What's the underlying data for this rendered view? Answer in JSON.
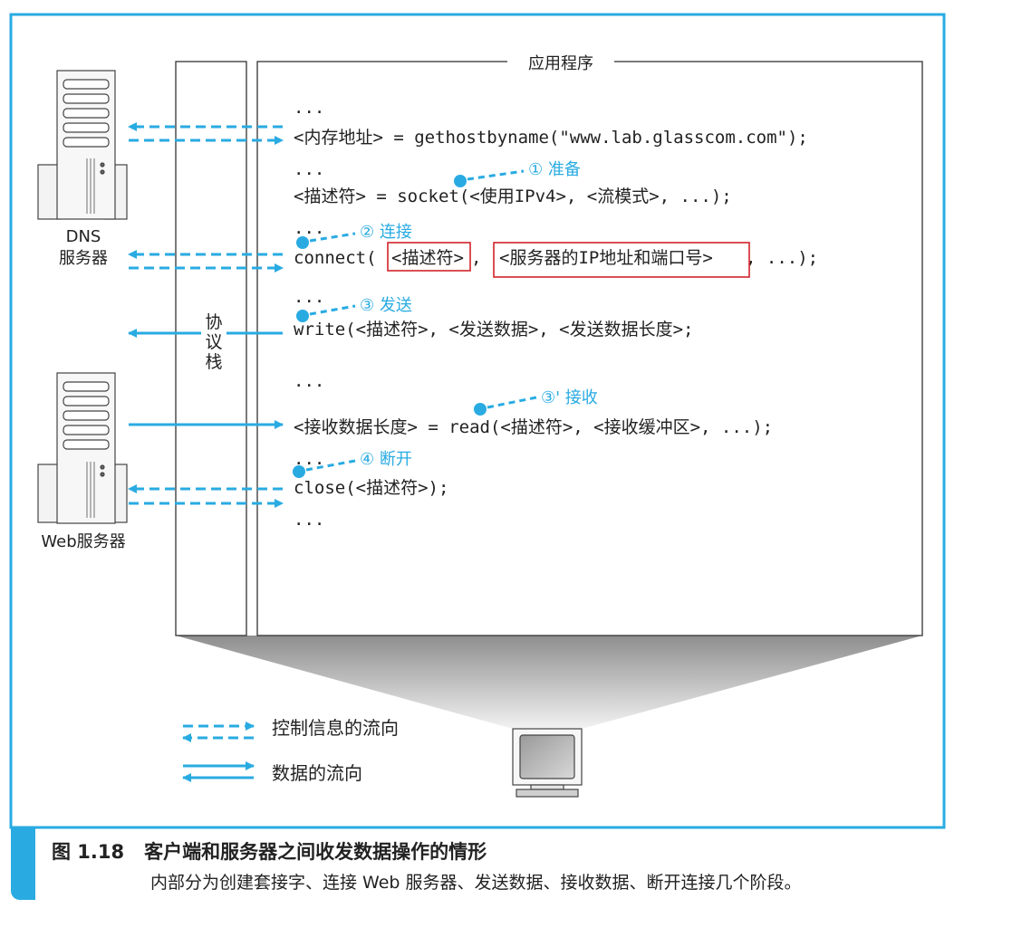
{
  "colors": {
    "accent": "#29abe2",
    "frame": "#29abe2",
    "highlight_box": "#d0232a",
    "text": "#222222"
  },
  "diagram": {
    "app_label": "应用程序",
    "protocol_stack_chars": [
      "协",
      "议",
      "栈"
    ],
    "dns_server_label": [
      "DNS",
      "服务器"
    ],
    "web_server_label": "Web服务器",
    "code_lines": [
      "...",
      "<内存地址> = gethostbyname(\"www.lab.glasscom.com\");",
      "...",
      "<描述符> = socket(<使用IPv4>, <流模式>, ...);",
      "...",
      "connect(",
      "<描述符>",
      ", ",
      "<服务器的IP地址和端口号>",
      ", ...);",
      "...",
      "write(<描述符>, <发送数据>, <发送数据长度>;",
      "...",
      "<接收数据长度> = read(<描述符>, <接收缓冲区>, ...);",
      "...",
      "close(<描述符>);",
      "..."
    ],
    "steps": {
      "prepare": "① 准备",
      "connect": "② 连接",
      "send": "③ 发送",
      "receive": "③' 接收",
      "disconnect": "④ 断开"
    },
    "legend": {
      "control": "控制信息的流向",
      "data": "数据的流向"
    }
  },
  "caption": {
    "number": "图 1.18",
    "title": "客户端和服务器之间收发数据操作的情形",
    "description": "内部分为创建套接字、连接 Web 服务器、发送数据、接收数据、断开连接几个阶段。"
  }
}
